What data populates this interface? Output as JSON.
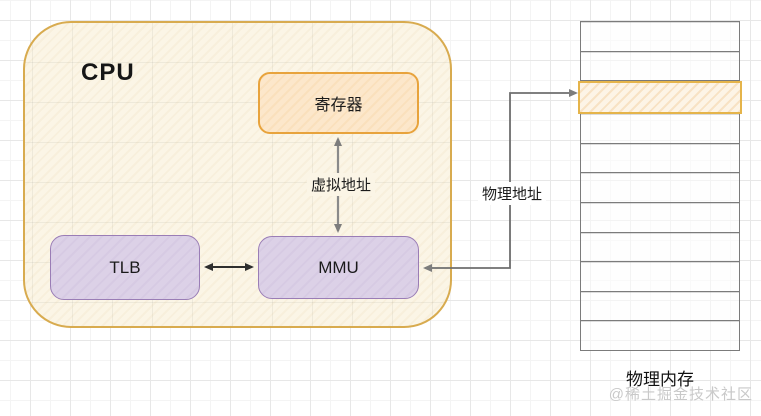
{
  "diagram": {
    "cpu": {
      "label": "CPU"
    },
    "nodes": {
      "register": {
        "label": "寄存器"
      },
      "tlb": {
        "label": "TLB"
      },
      "mmu": {
        "label": "MMU"
      }
    },
    "edges": {
      "virtual_address": {
        "label": "虚拟地址",
        "from": "MMU",
        "to": "寄存器",
        "bidirectional": true
      },
      "physical_address": {
        "label": "物理地址",
        "from": "MMU",
        "to": "物理内存",
        "bidirectional": true
      },
      "tlb_mmu": {
        "label": "",
        "from": "TLB",
        "to": "MMU",
        "bidirectional": true
      }
    },
    "memory": {
      "label": "物理内存",
      "row_count": 11,
      "highlighted_row_index": 2
    },
    "watermark": "@稀土掘金技术社区",
    "colors": {
      "cpu_border": "#d8ab4f",
      "cpu_fill": "#fbf5e6",
      "register_border": "#e8a33c",
      "register_fill": "#fce7cb",
      "purple_border": "#9a7db6",
      "purple_fill": "#dcd1e7",
      "memory_border": "#7b7b7b",
      "highlight_border": "#e5b44a",
      "highlight_fill": "#fdf4e6",
      "arrow_gray": "#7d7d7d",
      "arrow_dark": "#2e2e2e",
      "watermark_color": "#c9c9c9"
    }
  }
}
